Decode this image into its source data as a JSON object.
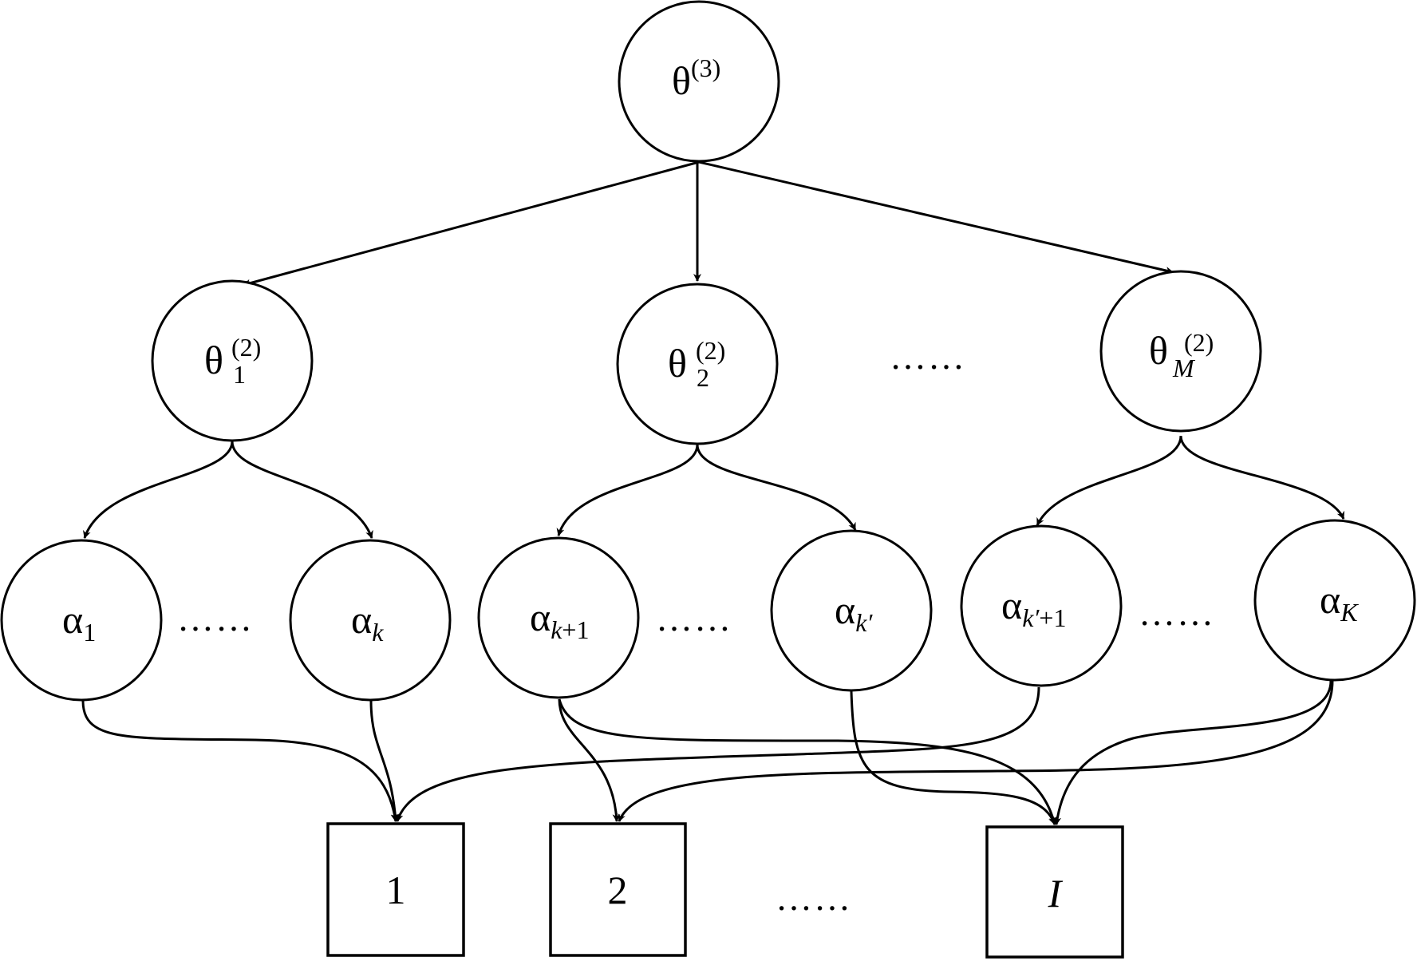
{
  "diagram": {
    "title": "",
    "colors": {
      "stroke": "#000000",
      "fill": "#ffffff"
    },
    "nodes": {
      "theta3": {
        "base": "θ",
        "sup": "(3)",
        "sub": ""
      },
      "theta1": {
        "base": "θ",
        "sup": "(2)",
        "sub": "1"
      },
      "theta2": {
        "base": "θ",
        "sup": "(2)",
        "sub": "2"
      },
      "thetaM": {
        "base": "θ",
        "sup": "(2)",
        "sub": "M"
      },
      "alpha1": {
        "base": "α",
        "sub": "1"
      },
      "alphak": {
        "base": "α",
        "sub": "k"
      },
      "alphak1": {
        "base": "α",
        "sub_ital": "k",
        "sub_rest": "+1"
      },
      "alphakp": {
        "base": "α",
        "sub": "k′"
      },
      "alphakp1": {
        "base": "α",
        "sub_ital": "k′",
        "sub_rest": "+1"
      },
      "alphaK": {
        "base": "α",
        "sub": "K"
      }
    },
    "boxes": [
      {
        "id": "box1",
        "label": "1"
      },
      {
        "id": "box2",
        "label": "2"
      },
      {
        "id": "boxI",
        "label": "I"
      }
    ],
    "ellipsis": "……",
    "edges": [
      {
        "from": "theta3",
        "to": "theta1"
      },
      {
        "from": "theta3",
        "to": "theta2"
      },
      {
        "from": "theta3",
        "to": "thetaM"
      },
      {
        "from": "theta1",
        "to": "alpha1"
      },
      {
        "from": "theta1",
        "to": "alphak"
      },
      {
        "from": "theta2",
        "to": "alphak1"
      },
      {
        "from": "theta2",
        "to": "alphakp"
      },
      {
        "from": "thetaM",
        "to": "alphakp1"
      },
      {
        "from": "thetaM",
        "to": "alphaK"
      },
      {
        "from": "alpha1",
        "to": "box1"
      },
      {
        "from": "alphak",
        "to": "box1"
      },
      {
        "from": "alphak1",
        "to": "box2"
      },
      {
        "from": "alphak1",
        "to": "boxI"
      },
      {
        "from": "alphakp",
        "to": "boxI"
      },
      {
        "from": "alphakp1",
        "to": "box1"
      },
      {
        "from": "alphaK",
        "to": "box2"
      },
      {
        "from": "alphaK",
        "to": "boxI"
      }
    ]
  }
}
